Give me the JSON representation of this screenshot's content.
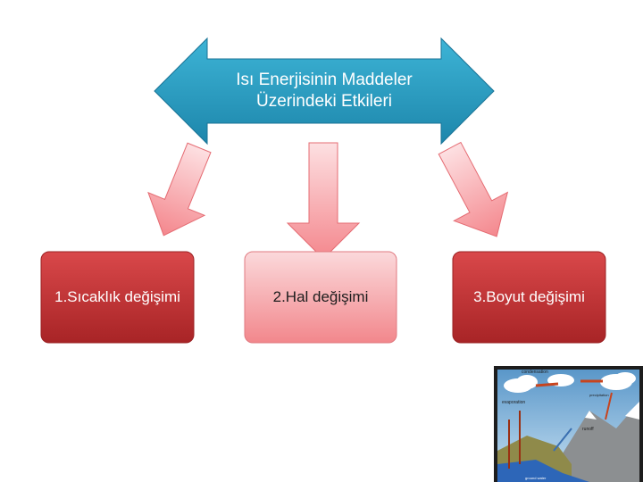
{
  "diagram": {
    "title_line1": "Isı Enerjisinin Maddeler",
    "title_line2": "Üzerindeki Etkileri",
    "boxes": [
      {
        "label": "1.Sıcaklık değişimi"
      },
      {
        "label": "2.Hal değişimi"
      },
      {
        "label": "3.Boyut değişimi"
      }
    ],
    "water_cycle_labels": {
      "condensation": "condensation",
      "precipitation": "precipitation",
      "evaporation": "evaporation",
      "runoff": "runoff",
      "ground_water": "ground water"
    }
  },
  "colors": {
    "arrow_blue": "#2aa0c4",
    "arrow_blue_dark": "#1d7fa3",
    "box_red": "#c8383a",
    "box_pink": "#f5a0a4",
    "down_arrow_pink": "#f48a90"
  }
}
